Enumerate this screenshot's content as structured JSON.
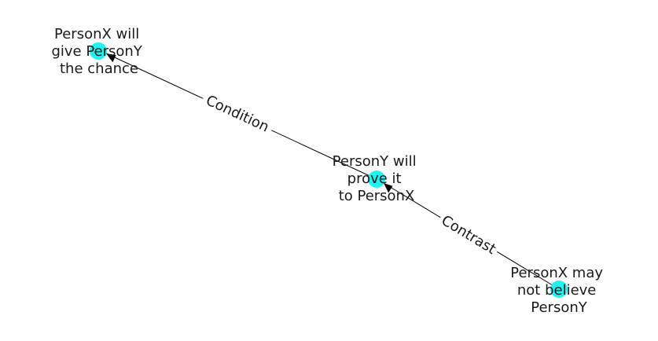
{
  "graph": {
    "node_color": "#22f2f2",
    "edge_color": "#000000",
    "text_color": "#1a1a1a",
    "nodes": [
      {
        "id": "n1",
        "lines": [
          "PersonX will",
          "give PersonY",
          "the chance"
        ]
      },
      {
        "id": "n2",
        "lines": [
          "PersonY will",
          "prove it",
          "to PersonX"
        ]
      },
      {
        "id": "n3",
        "lines": [
          "PersonX may",
          "not believe",
          "PersonY"
        ]
      }
    ],
    "edges": [
      {
        "from": "n2",
        "to": "n1",
        "label": "Condition"
      },
      {
        "from": "n3",
        "to": "n2",
        "label": "Contrast"
      }
    ]
  }
}
